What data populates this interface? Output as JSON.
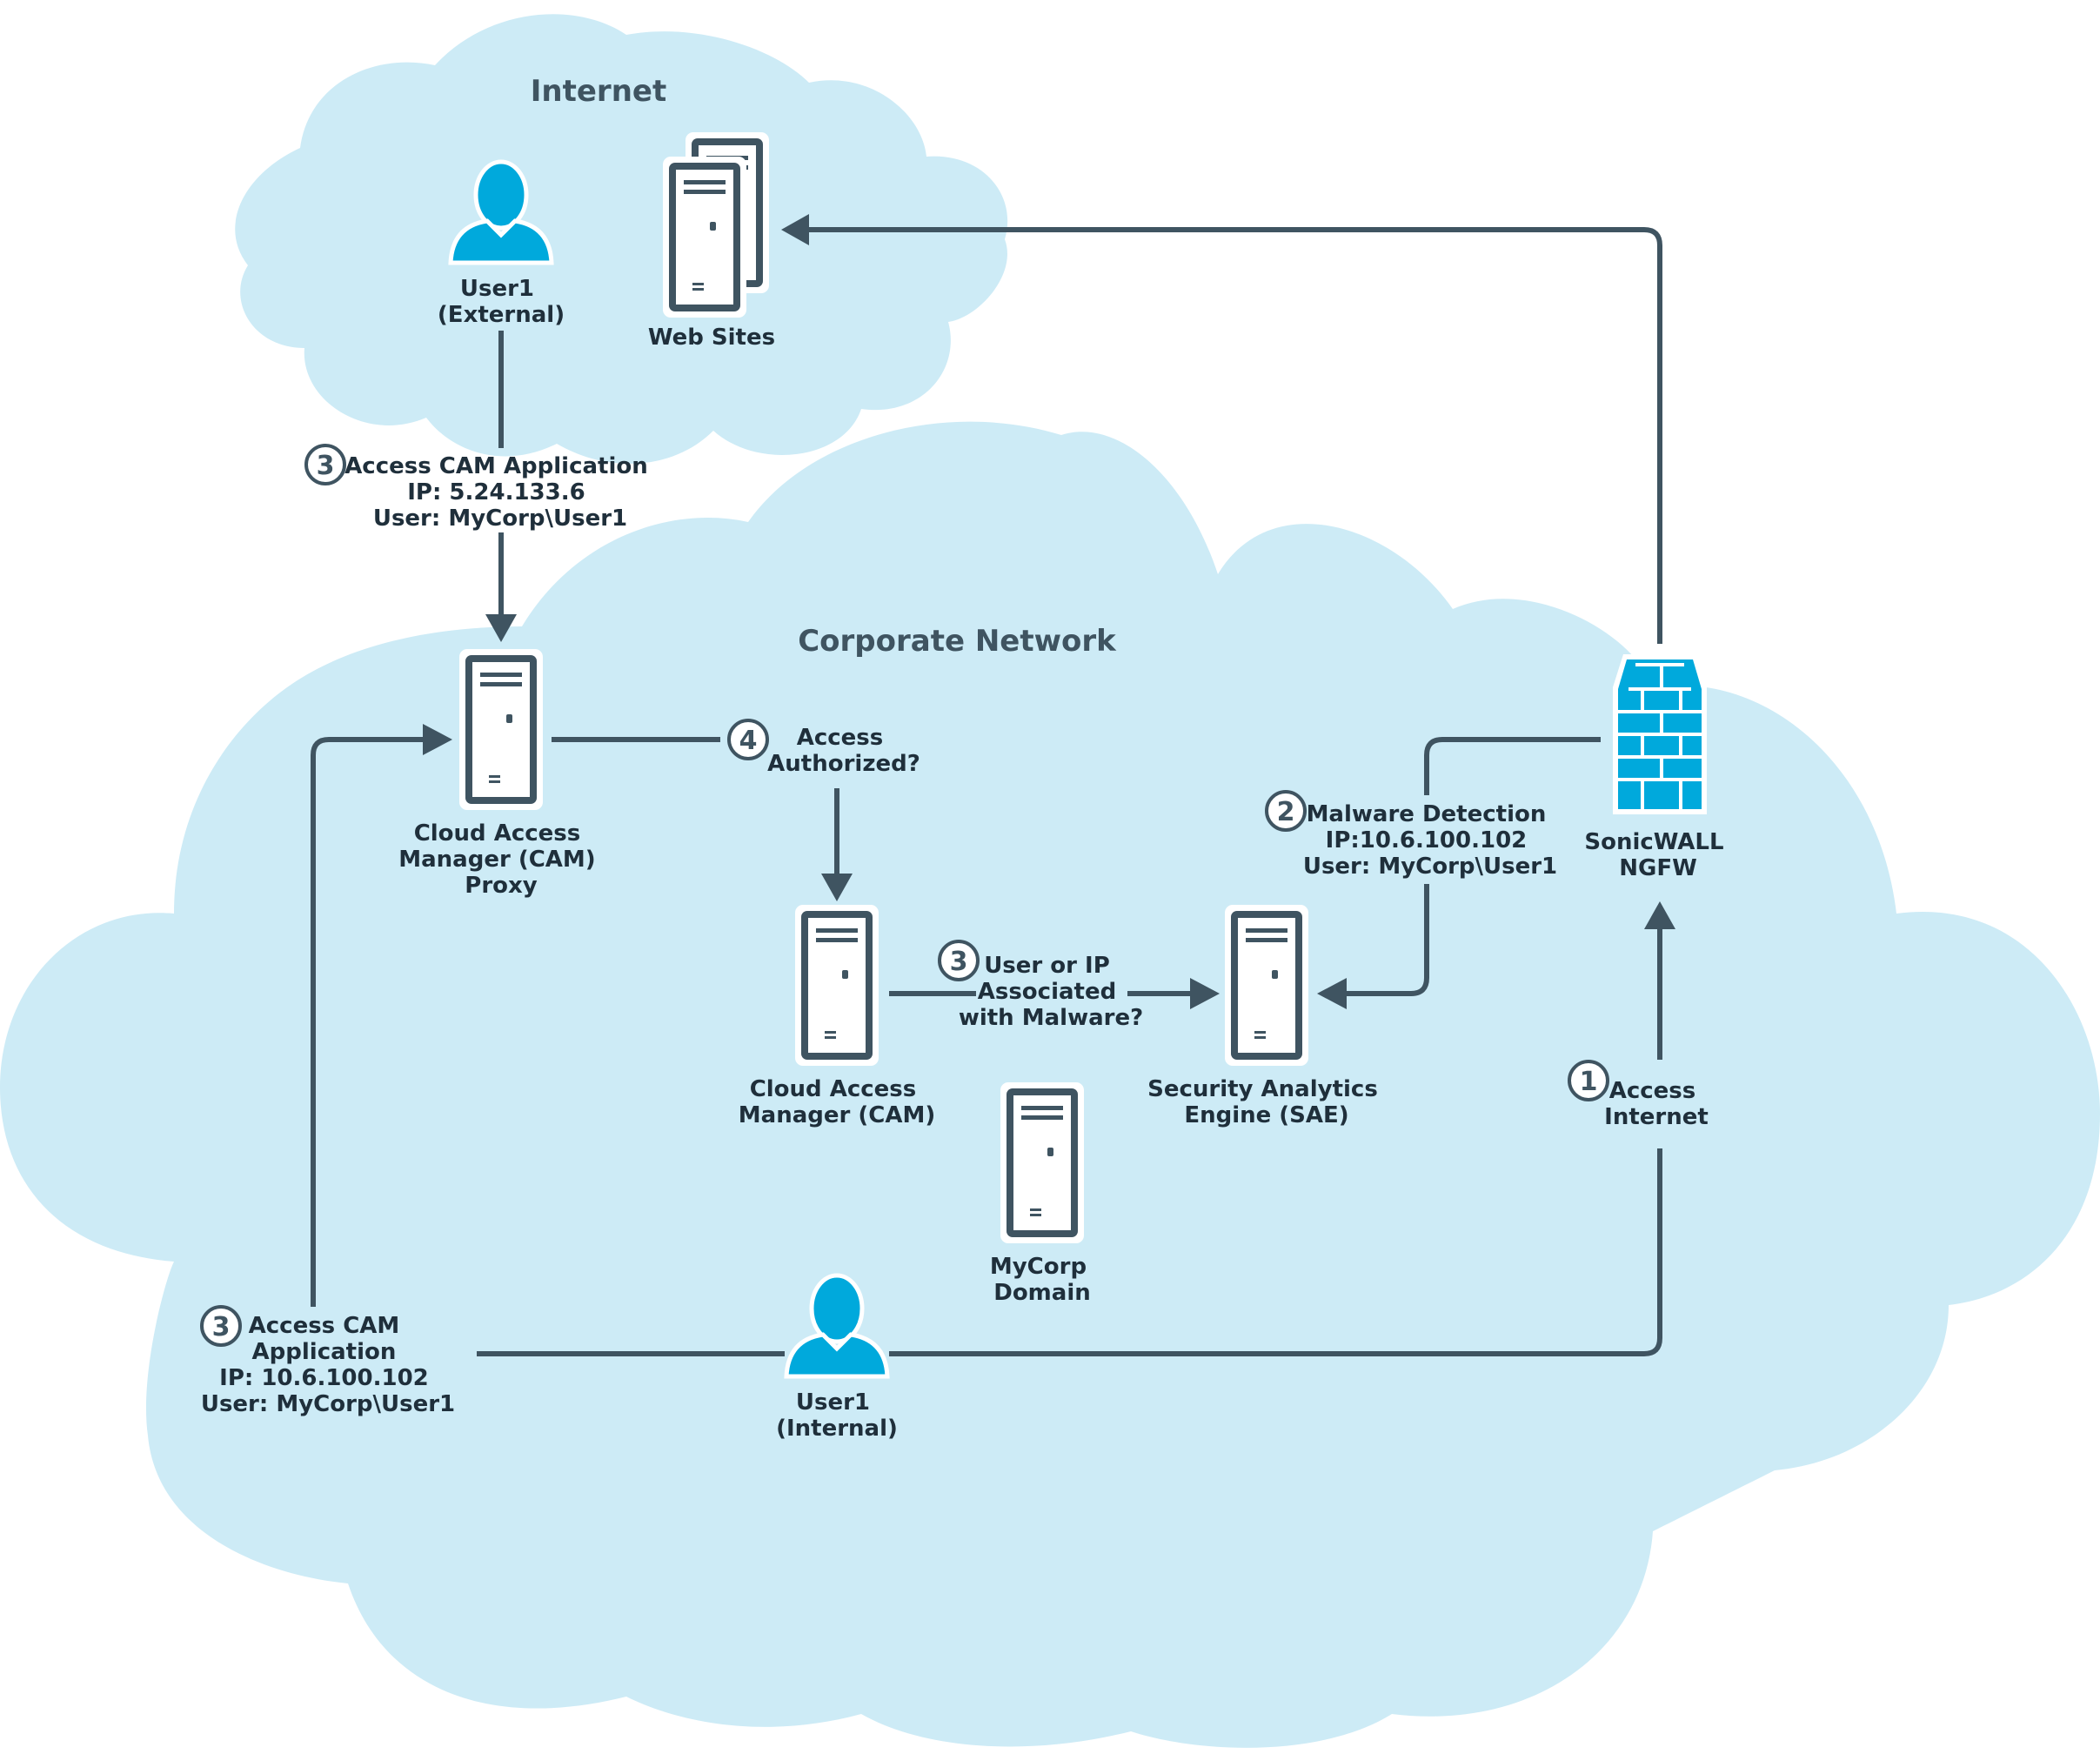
{
  "regions": {
    "internet": "Internet",
    "corporate": "Corporate Network"
  },
  "nodes": {
    "user_external": [
      "User1",
      "(External)"
    ],
    "web_sites": [
      "Web Sites"
    ],
    "cam_proxy": [
      "Cloud Access",
      "Manager (CAM)",
      "Proxy"
    ],
    "cam": [
      "Cloud Access",
      "Manager (CAM)"
    ],
    "sae": [
      "Security Analytics",
      "Engine (SAE)"
    ],
    "sonicwall": [
      "SonicWALL",
      "NGFW"
    ],
    "mycorp_domain": [
      "MyCorp",
      "Domain"
    ],
    "user_internal": [
      "User1",
      "(Internal)"
    ]
  },
  "steps": {
    "ext_access": {
      "num": "3",
      "lines": [
        "Access CAM Application",
        "IP: 5.24.133.6",
        "User: MyCorp\\User1"
      ]
    },
    "authorized": {
      "num": "4",
      "lines": [
        "Access",
        "Authorized?"
      ]
    },
    "malware_detect": {
      "num": "2",
      "lines": [
        "Malware Detection",
        "IP:10.6.100.102",
        "User: MyCorp\\User1"
      ]
    },
    "user_ip_malware": {
      "num": "3",
      "lines": [
        "User or IP",
        "Associated",
        "with Malware?"
      ]
    },
    "access_internet": {
      "num": "1",
      "lines": [
        "Access",
        "Internet"
      ]
    },
    "int_access": {
      "num": "3",
      "lines": [
        "Access CAM",
        "Application",
        "IP: 10.6.100.102",
        "User: MyCorp\\User1"
      ]
    }
  },
  "colors": {
    "cloud": "#cdebf6",
    "dark": "#3f5461",
    "accent": "#00a9dc"
  },
  "icons": {
    "user": "user-icon",
    "server": "server-icon",
    "firewall": "firewall-icon"
  }
}
